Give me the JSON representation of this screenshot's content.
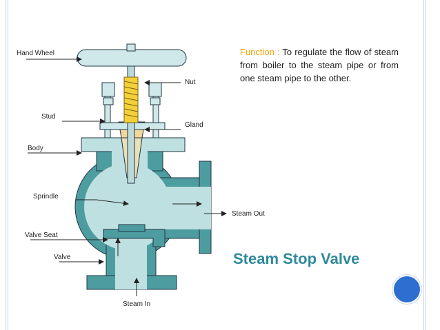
{
  "diagram": {
    "labels": {
      "hand_wheel": "Hand Wheel",
      "nut": "Nut",
      "stud": "Stud",
      "gland": "Gland",
      "body": "Body",
      "sprindle": "Sprindle",
      "steam_out": "Steam Out",
      "valve_seat": "Valve Seat",
      "valve": "Valve",
      "steam_in": "Steam In"
    }
  },
  "function": {
    "label": "Function :",
    "text": " To regulate the flow of steam from boiler to the steam pipe or from one steam pipe to the other."
  },
  "title": "Steam Stop Valve",
  "colors": {
    "valve_body": "#4d9da0",
    "valve_body_light": "#bfe0e1",
    "gland": "#f2d79b",
    "spring": "#f3d03a",
    "title": "#2f8a9c",
    "function_label": "#f5a300",
    "corner_circle": "#2c6fd0"
  }
}
